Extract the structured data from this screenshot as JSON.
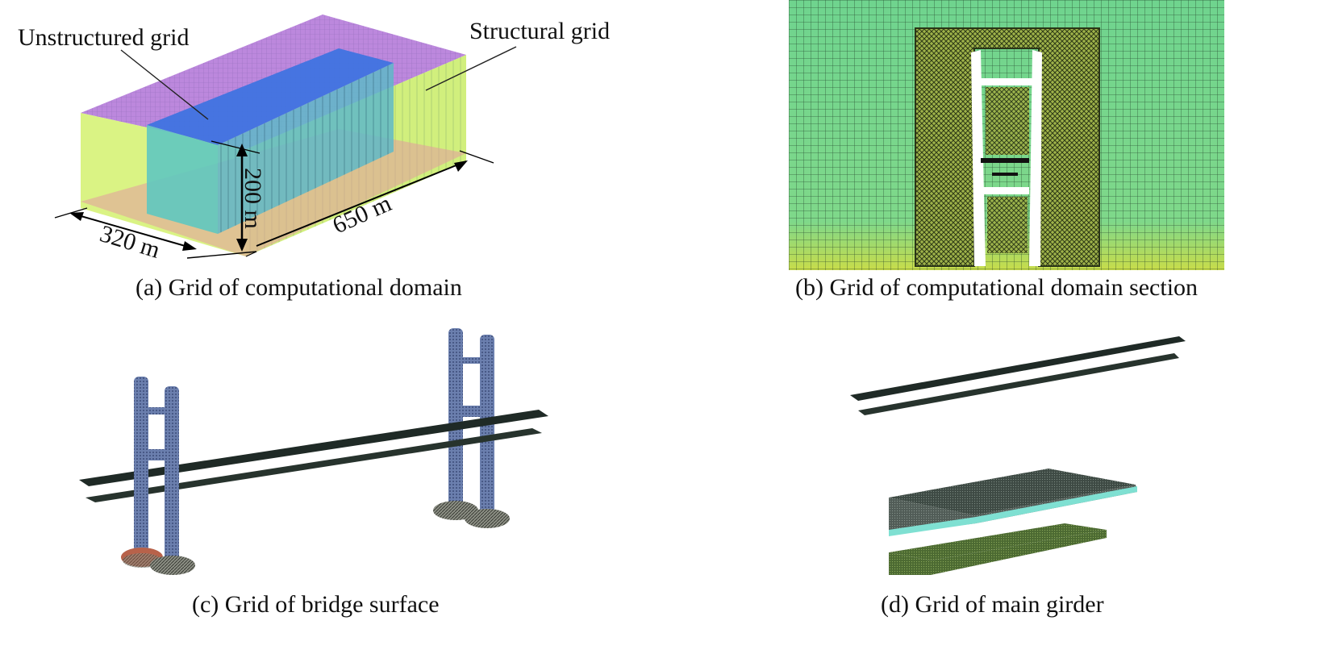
{
  "panels": {
    "a": {
      "caption": "(a) Grid of computational domain",
      "label_unstructured": "Unstructured grid",
      "label_structural": "Structural grid",
      "dim_height": "200 m",
      "dim_length": "650 m",
      "dim_width": "320 m"
    },
    "b": {
      "caption": "(b) Grid of computational domain section"
    },
    "c": {
      "caption": "(c) Grid of bridge surface"
    },
    "d": {
      "caption": "(d) Grid of main girder"
    }
  },
  "colors": {
    "outer_top": "#b57bd9",
    "outer_side": "#d7f27a",
    "inner_box": "#3f73e0",
    "inner_front": "#5fc8c0",
    "ground": "#e39aa0",
    "section_bg": "#6fd48e",
    "section_bottom": "#c8dc4a",
    "mesh_dark": "#5c6b2e",
    "deck_dark": "#1f2a26",
    "tower_blue": "#4a5f9c",
    "girder_teal": "#7fe0d2",
    "girder_green": "#5f8a3a"
  }
}
